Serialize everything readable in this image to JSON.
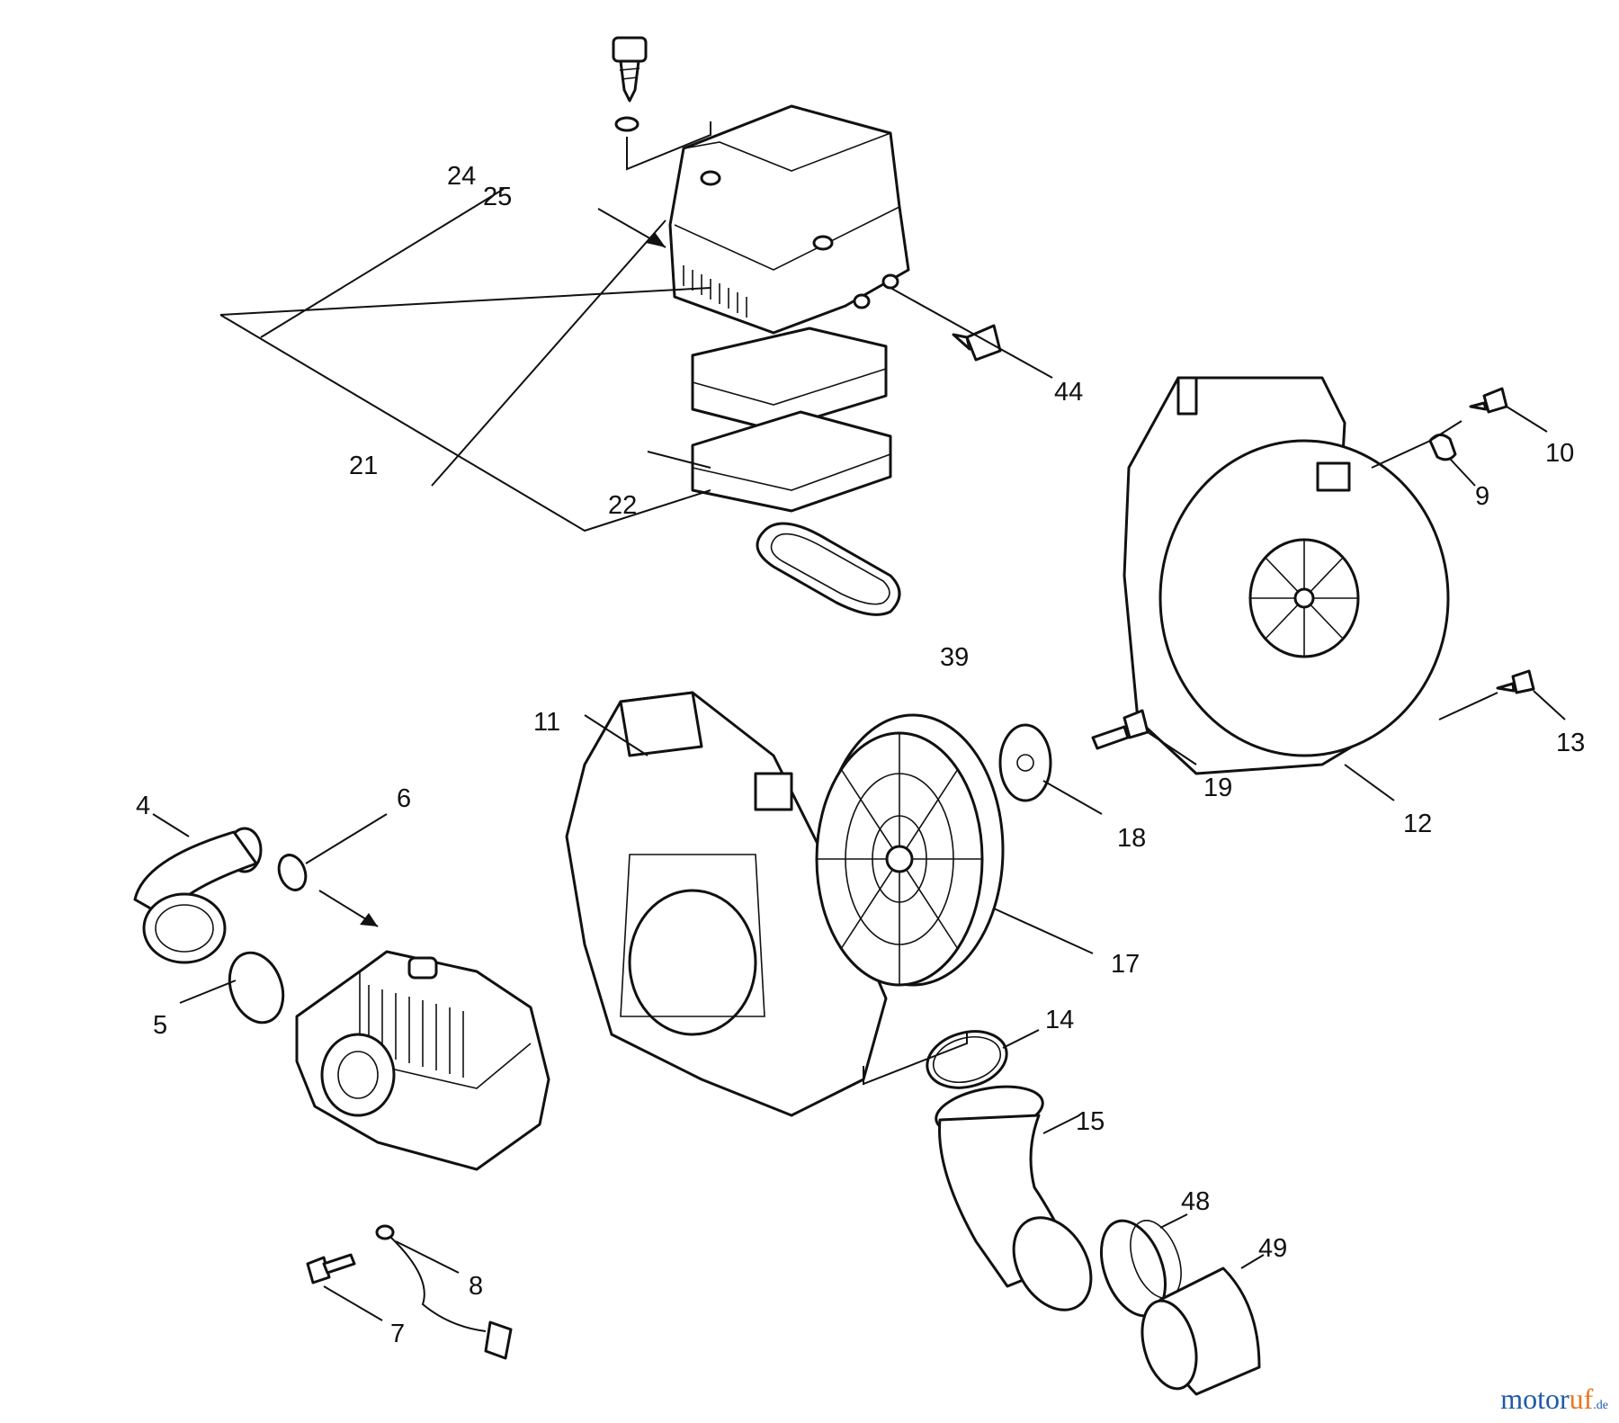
{
  "diagram": {
    "callouts": [
      "24",
      "25",
      "21",
      "22",
      "44",
      "39",
      "10",
      "9",
      "13",
      "12",
      "11",
      "19",
      "18",
      "17",
      "4",
      "6",
      "5",
      "14",
      "15",
      "48",
      "49",
      "8",
      "7"
    ]
  },
  "watermark": {
    "part1": "motor",
    "part2": "uf",
    "part3": ".de"
  }
}
